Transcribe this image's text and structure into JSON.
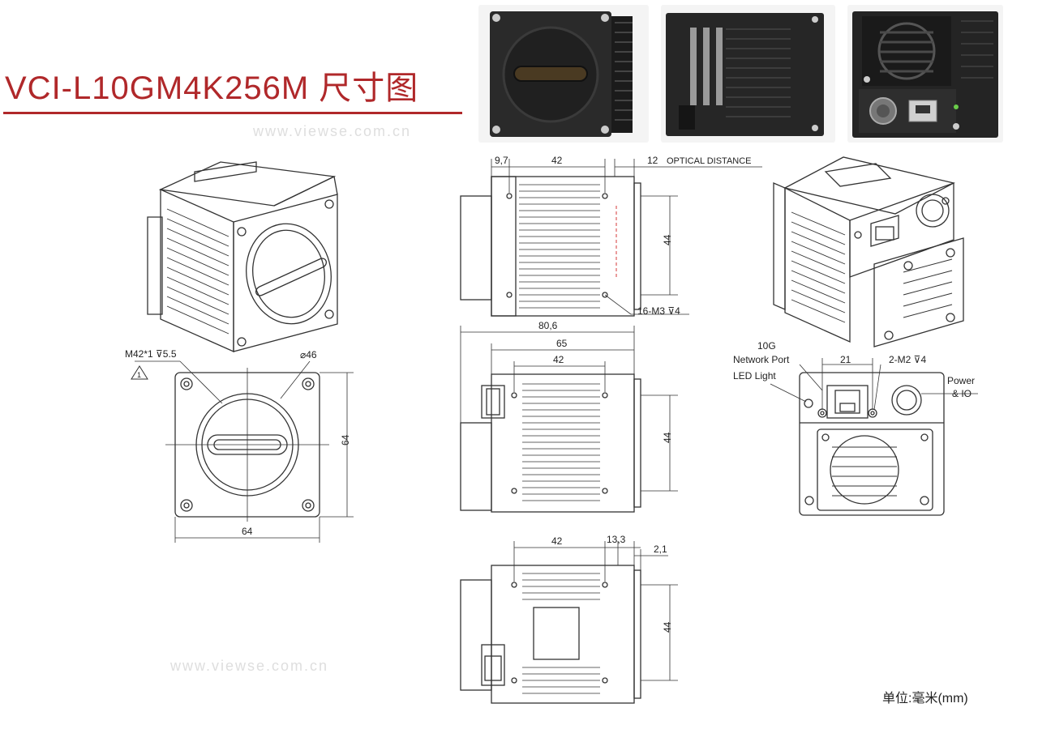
{
  "header": {
    "title": "VCI-L10GM4K256M  尺寸图",
    "watermark": "www.viewse.com.cn"
  },
  "footer": {
    "unit_label": "单位:毫米(mm)"
  },
  "views": {
    "front": {
      "thread_label": "M42*1  ⊽5.5",
      "note_number": "1",
      "diameter_label": "⌀46",
      "height_label": "64",
      "width_label": "64"
    },
    "top": {
      "dim_left": "9,7",
      "dim_mid": "42",
      "dim_right": "12",
      "optical_label": "OPTICAL DISTANCE",
      "dim_height": "44",
      "hole_label": "16-M3  ⊽4"
    },
    "side": {
      "dim_overall": "80,6",
      "dim_body": "65",
      "dim_holes": "42",
      "dim_height": "44"
    },
    "bottom": {
      "dim_holes": "42",
      "dim_offset": "13,3",
      "dim_flange": "2,1",
      "dim_height": "44"
    },
    "rear": {
      "network_label_1": "10G",
      "network_label_2": "Network Port",
      "led_label": "LED Light",
      "dim_spacing": "21",
      "screw_label": "2-M2  ⊽4",
      "power_label_1": "Power",
      "power_label_2": "& IO"
    }
  }
}
